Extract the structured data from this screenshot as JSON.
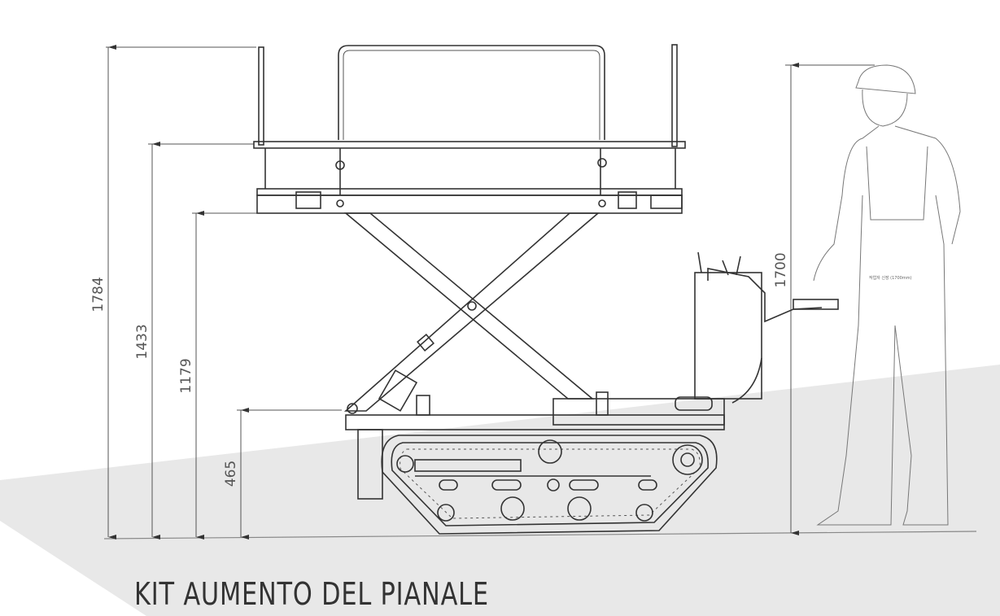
{
  "title": "KIT AUMENTO DEL PIANALE",
  "dimensions": {
    "overall_height": "1784",
    "platform_rail_height": "1433",
    "platform_floor_height": "1179",
    "base_height": "465",
    "operator_height": "1700"
  },
  "operator_note": "작업자 신장 (1700mm)",
  "colors": {
    "background": "#ffffff",
    "band": "#e8e8e8",
    "lines": "#333333"
  }
}
